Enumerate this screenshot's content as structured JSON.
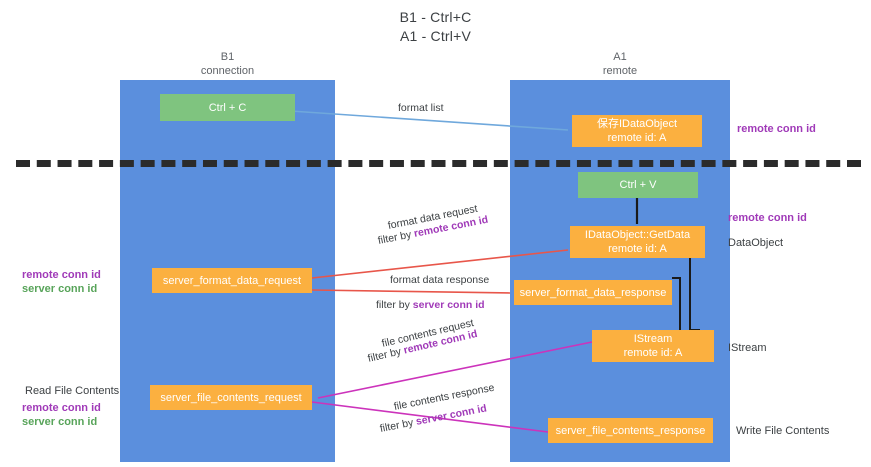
{
  "title": {
    "line1": "B1 - Ctrl+C",
    "line2": "A1 - Ctrl+V"
  },
  "lanes": [
    {
      "id": "b1",
      "head_line1": "B1",
      "head_line2": "connection",
      "color": "#5b8fdd"
    },
    {
      "id": "a1",
      "head_line1": "A1",
      "head_line2": "remote",
      "color": "#5b8fdd"
    }
  ],
  "nodes": [
    {
      "id": "ctrl-c",
      "line1": "Ctrl + C",
      "line2": "",
      "color": "#7fc47f"
    },
    {
      "id": "register-idataobject",
      "line1": "保存IDataObject",
      "line2": "remote id: A",
      "color": "#fbb040"
    },
    {
      "id": "ctrl-v",
      "line1": "Ctrl + V",
      "line2": "",
      "color": "#7fc47f"
    },
    {
      "id": "idataobject-getdata",
      "line1": "IDataObject::GetData",
      "line2": "remote id: A",
      "color": "#fbb040"
    },
    {
      "id": "server-format-data-request",
      "line1": "server_format_data_request",
      "line2": "",
      "color": "#fbb040"
    },
    {
      "id": "server-format-data-response",
      "line1": "server_format_data_response",
      "line2": "",
      "color": "#fbb040"
    },
    {
      "id": "istream",
      "line1": "IStream",
      "line2": "remote id: A",
      "color": "#fbb040"
    },
    {
      "id": "server-file-contents-request",
      "line1": "server_file_contents_request",
      "line2": "",
      "color": "#fbb040"
    },
    {
      "id": "server-file-contents-response",
      "line1": "server_file_contents_response",
      "line2": "",
      "color": "#fbb040"
    }
  ],
  "edge_labels": {
    "format_list": "format list",
    "format_data_request": "format data request",
    "format_data_request_filter_prefix": "filter by ",
    "format_data_request_filter_key": "remote conn id",
    "format_data_response": "format data response",
    "format_data_response_filter_prefix": "filter by ",
    "format_data_response_filter_key": "server conn id",
    "file_contents_request": "file contents request",
    "file_contents_request_filter_prefix": "filter by ",
    "file_contents_request_filter_key": "remote conn id",
    "file_contents_response": "file contents response",
    "file_contents_response_filter_prefix": "filter by ",
    "file_contents_response_filter_key": "server conn id"
  },
  "annotations": {
    "right_remote_conn_id_top": "remote conn id",
    "right_remote_conn_id_mid": "remote conn id",
    "right_dataobject": "DataObject",
    "right_istream": "IStream",
    "right_write_file_contents": "Write File Contents",
    "left_remote_conn_id": "remote conn id",
    "left_server_conn_id": "server conn id",
    "left_read_file_contents": "Read File Contents",
    "left_remote_conn_id_2": "remote conn id",
    "left_server_conn_id_2": "server conn id"
  },
  "colors": {
    "lane": "#5b8fdd",
    "node_green": "#7fc47f",
    "node_orange": "#fbb040",
    "arrow_blue": "#6fa8dc",
    "arrow_red": "#e8564a",
    "arrow_magenta": "#cc33bb",
    "arrow_black": "#1a1a1a",
    "key_purple": "#a03ab8",
    "key_green": "#58a45a",
    "divider": "#2b2b2b",
    "background": "#ffffff"
  }
}
